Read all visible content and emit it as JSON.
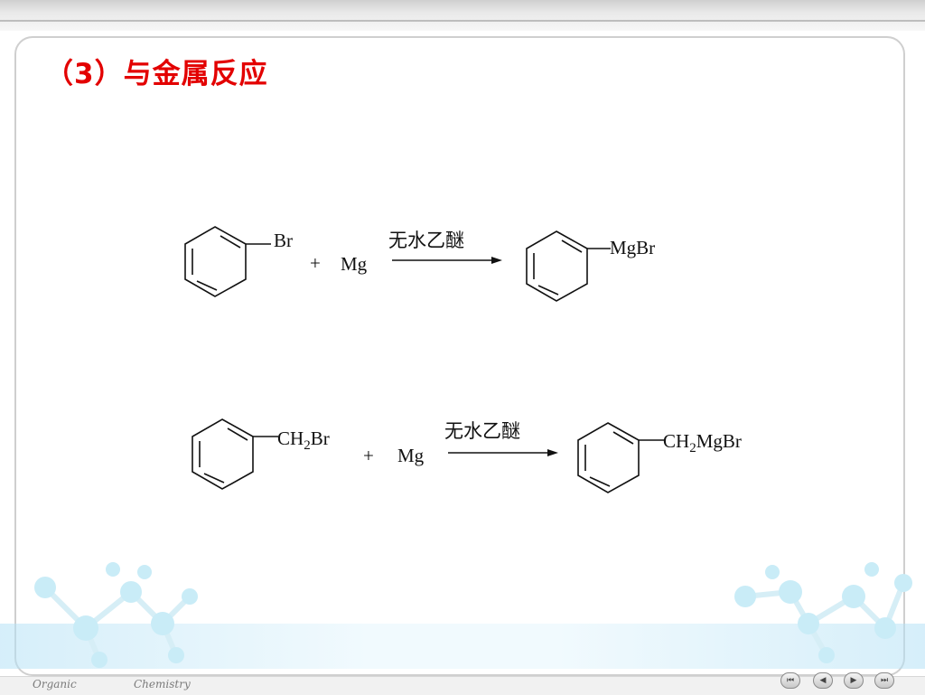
{
  "slide": {
    "title": "（3）与金属反应"
  },
  "reaction1": {
    "reactant_substituent": "Br",
    "plus": "+",
    "reagent": "Mg",
    "condition": "无水乙醚",
    "product_substituent": "MgBr"
  },
  "reaction2": {
    "reactant_substituent_prefix": "CH",
    "reactant_substituent_sub": "2",
    "reactant_substituent_suffix": "Br",
    "plus": "+",
    "reagent": "Mg",
    "condition": "无水乙醚",
    "product_substituent_prefix": "CH",
    "product_substituent_sub": "2",
    "product_substituent_suffix": "MgBr"
  },
  "footer": {
    "left_word": "Organic",
    "right_word": "Chemistry"
  },
  "nav": {
    "first": "⏮",
    "prev": "◀",
    "next": "▶",
    "last": "⏭"
  }
}
